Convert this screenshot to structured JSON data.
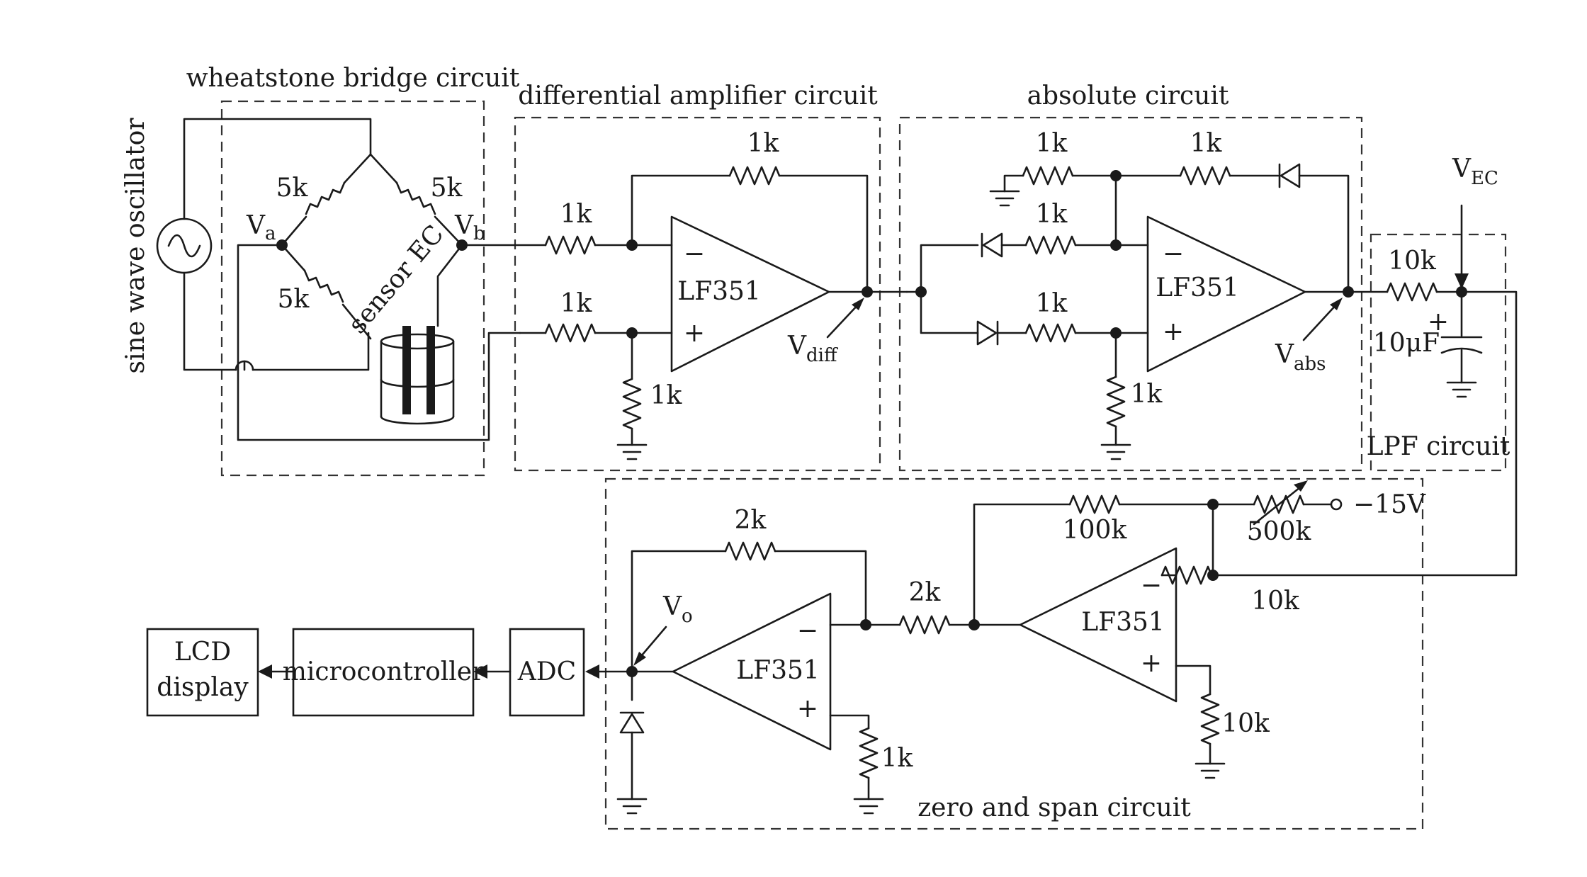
{
  "sections": {
    "bridge": "wheatstone bridge circuit",
    "diff": "differential amplifier circuit",
    "abs": "absolute circuit",
    "lpf": "LPF circuit",
    "zero": "zero and span circuit"
  },
  "oscillator": "sine wave oscillator",
  "sensor": "sensor EC",
  "nodes": {
    "va": "V",
    "va_sub": "a",
    "vb": "V",
    "vb_sub": "b",
    "vdiff": "V",
    "vdiff_sub": "diff",
    "vabs": "V",
    "vabs_sub": "abs",
    "vec": "V",
    "vec_sub": "EC",
    "vo": "V",
    "vo_sub": "o"
  },
  "resistors": {
    "bridge_r1": "5k",
    "bridge_r2": "5k",
    "bridge_r3": "5k",
    "diff_rf": "1k",
    "diff_rin1": "1k",
    "diff_rin2": "1k",
    "diff_rg": "1k",
    "abs_r1": "1k",
    "abs_r2": "1k",
    "abs_r3": "1k",
    "abs_r4": "1k",
    "abs_r5": "1k",
    "lpf_r": "10k",
    "lpf_c": "10μF",
    "zs_r100k": "100k",
    "zs_r500k": "500k",
    "zs_r10k_in": "10k",
    "zs_r10k_gnd": "10k",
    "zs_r2k_in": "2k",
    "zs_r2k_fb": "2k",
    "zs_r1k_gnd": "1k"
  },
  "supply": "−15V",
  "opamps": {
    "diff": "LF351",
    "abs": "LF351",
    "zs1": "LF351",
    "zs2": "LF351"
  },
  "signs": {
    "minus": "−",
    "plus": "+"
  },
  "blocks": {
    "adc": "ADC",
    "mcu": "microcontroller",
    "lcd_l1": "LCD",
    "lcd_l2": "display"
  }
}
